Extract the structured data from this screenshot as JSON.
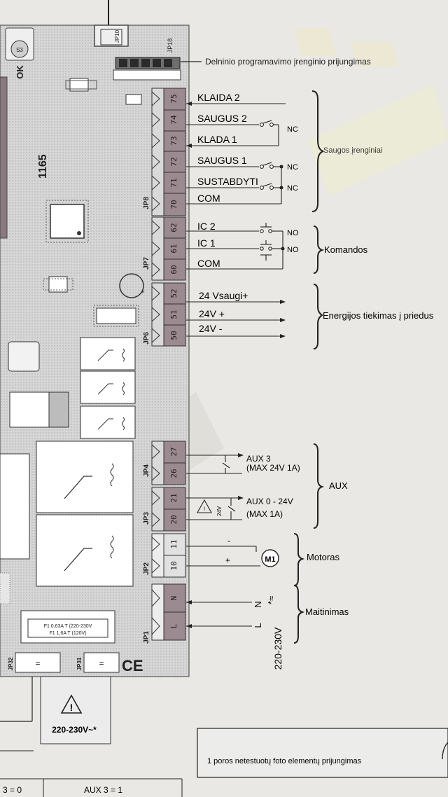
{
  "board": {
    "chip_label": "1165",
    "ok_label": "OK",
    "s3_label": "S3",
    "fuse_line1": "F1 0,63A T (220-230V",
    "fuse_line2": "F1 1,6A T (120V)",
    "ce_mark": "CE"
  },
  "headers": {
    "jp10": "JP10",
    "jp18": "JP18",
    "jp8": "JP8",
    "jp7": "JP7",
    "jp6": "JP6",
    "jp4": "JP4",
    "jp3": "JP3",
    "jp2": "JP2",
    "jp1": "JP1",
    "jp31": "JP31",
    "jp32": "JP32"
  },
  "terminals": {
    "t75": "75",
    "t74": "74",
    "t73": "73",
    "t72": "72",
    "t71": "71",
    "t70": "70",
    "t62": "62",
    "t61": "61",
    "t60": "60",
    "t52": "52",
    "t51": "51",
    "t50": "50",
    "t27": "27",
    "t26": "26",
    "t21": "21",
    "t20": "20",
    "t11": "11",
    "t10": "10",
    "tN": "N",
    "tL": "L"
  },
  "labels": {
    "programmer": "Delninio programavimo įrenginio prijungimas",
    "klaida2": "KLAIDA 2",
    "saugus2": "SAUGUS 2",
    "klada1": "KLADA 1",
    "saugus1": "SAUGUS 1",
    "sustabdyti": "SUSTABDYTI",
    "com1": "COM",
    "nc1": "NC",
    "nc2": "NC",
    "nc3": "NC",
    "ic2": "IC 2",
    "ic1": "IC 1",
    "com2": "COM",
    "no1": "NO",
    "no2": "NO",
    "vsaugi": "24 Vsaugi+",
    "v24p": "24V +",
    "v24m": "24V -",
    "aux3_line1": "AUX 3",
    "aux3_line2": "(MAX 24V 1A)",
    "aux0_line1": "AUX 0 - 24V",
    "aux0_line2": "(MAX 1A)",
    "v24_small": "24V",
    "motor_minus": "-",
    "motor_plus": "+",
    "motor_symbol": "M1",
    "supply_n": "N",
    "supply_l": "L",
    "supply_voltage": "220-230V",
    "supply_mark": "*≈"
  },
  "groups": {
    "saugos": "Saugos įrenginiai",
    "komandos": "Komandos",
    "energijos": "Energijos tiekimas į priedus",
    "aux": "AUX",
    "motoras": "Motoras",
    "maitinimas": "Maitinimas"
  },
  "bottom": {
    "warning_voltage": "220-230V~*",
    "photo_note": "1 poros netestuotų foto elementų prijungimas",
    "aux_left": "3 = 0",
    "aux_right": "AUX 3 = 1"
  }
}
